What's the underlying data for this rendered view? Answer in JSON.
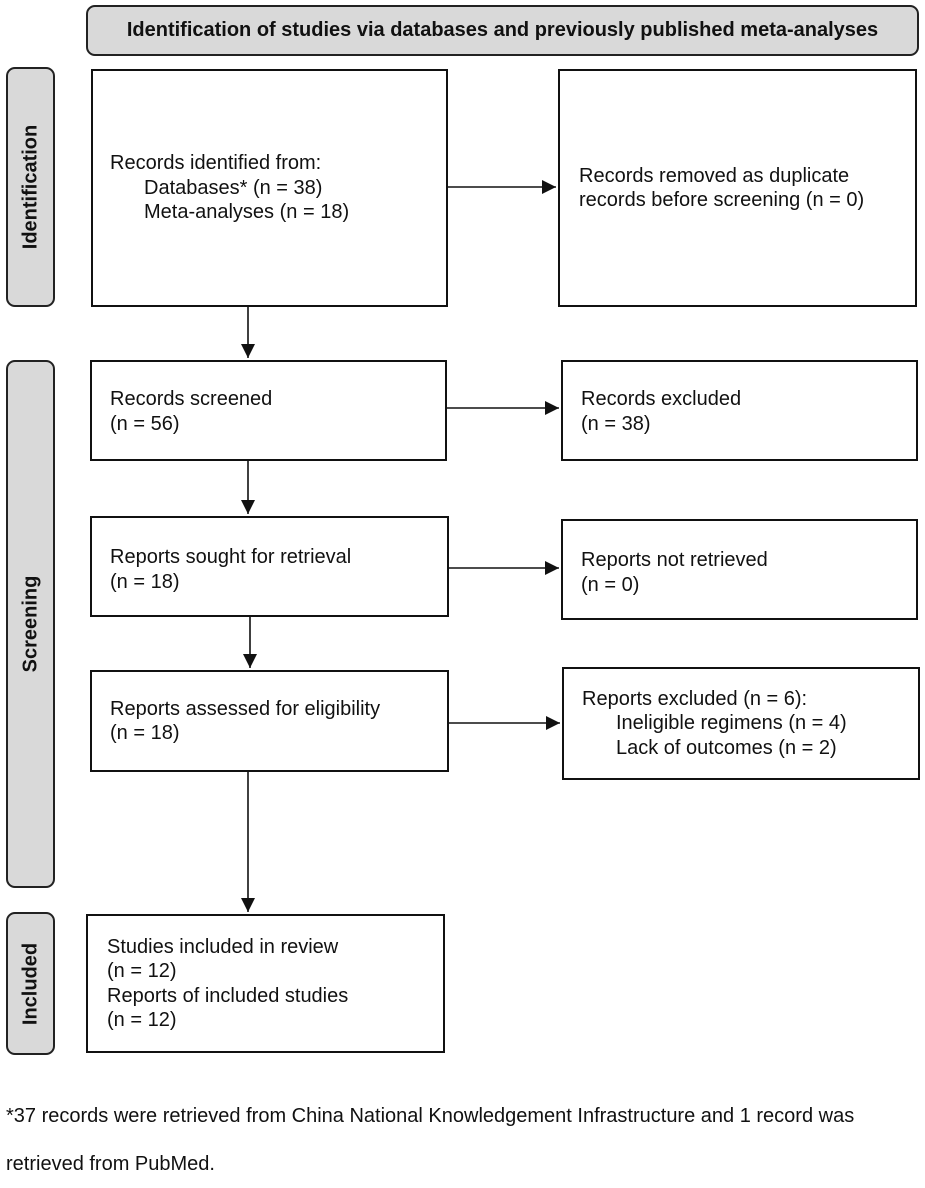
{
  "header": "Identification of studies via databases and previously published meta-analyses",
  "phases": {
    "identification": "Identification",
    "screening": "Screening",
    "included": "Included"
  },
  "identified": {
    "title": "Records identified from:",
    "databases": "Databases* (n = 38)",
    "meta": "Meta-analyses (n = 18)"
  },
  "duplicates": {
    "line1": "Records removed as duplicate",
    "line2": "records before screening (n = 0)"
  },
  "screened": {
    "label": "Records screened",
    "n": "(n = 56)"
  },
  "excluded": {
    "label": "Records excluded",
    "n": "(n = 38)"
  },
  "sought": {
    "label": "Reports sought for retrieval",
    "n": "(n = 18)"
  },
  "not_retrieved": {
    "label": "Reports not retrieved",
    "n": "(n = 0)"
  },
  "assessed": {
    "label": "Reports assessed for eligibility",
    "n": "(n = 18)"
  },
  "reports_excluded": {
    "title": "Reports excluded (n = 6):",
    "reason1": "Ineligible regimens (n = 4)",
    "reason2": "Lack of outcomes (n = 2)"
  },
  "included_box": {
    "studies": "Studies included in review",
    "studies_n": "(n = 12)",
    "reports": "Reports of included studies",
    "reports_n": "(n = 12)"
  },
  "footnote": "*37 records were retrieved from China National Knowledgement Infrastructure and 1 record was retrieved from PubMed."
}
